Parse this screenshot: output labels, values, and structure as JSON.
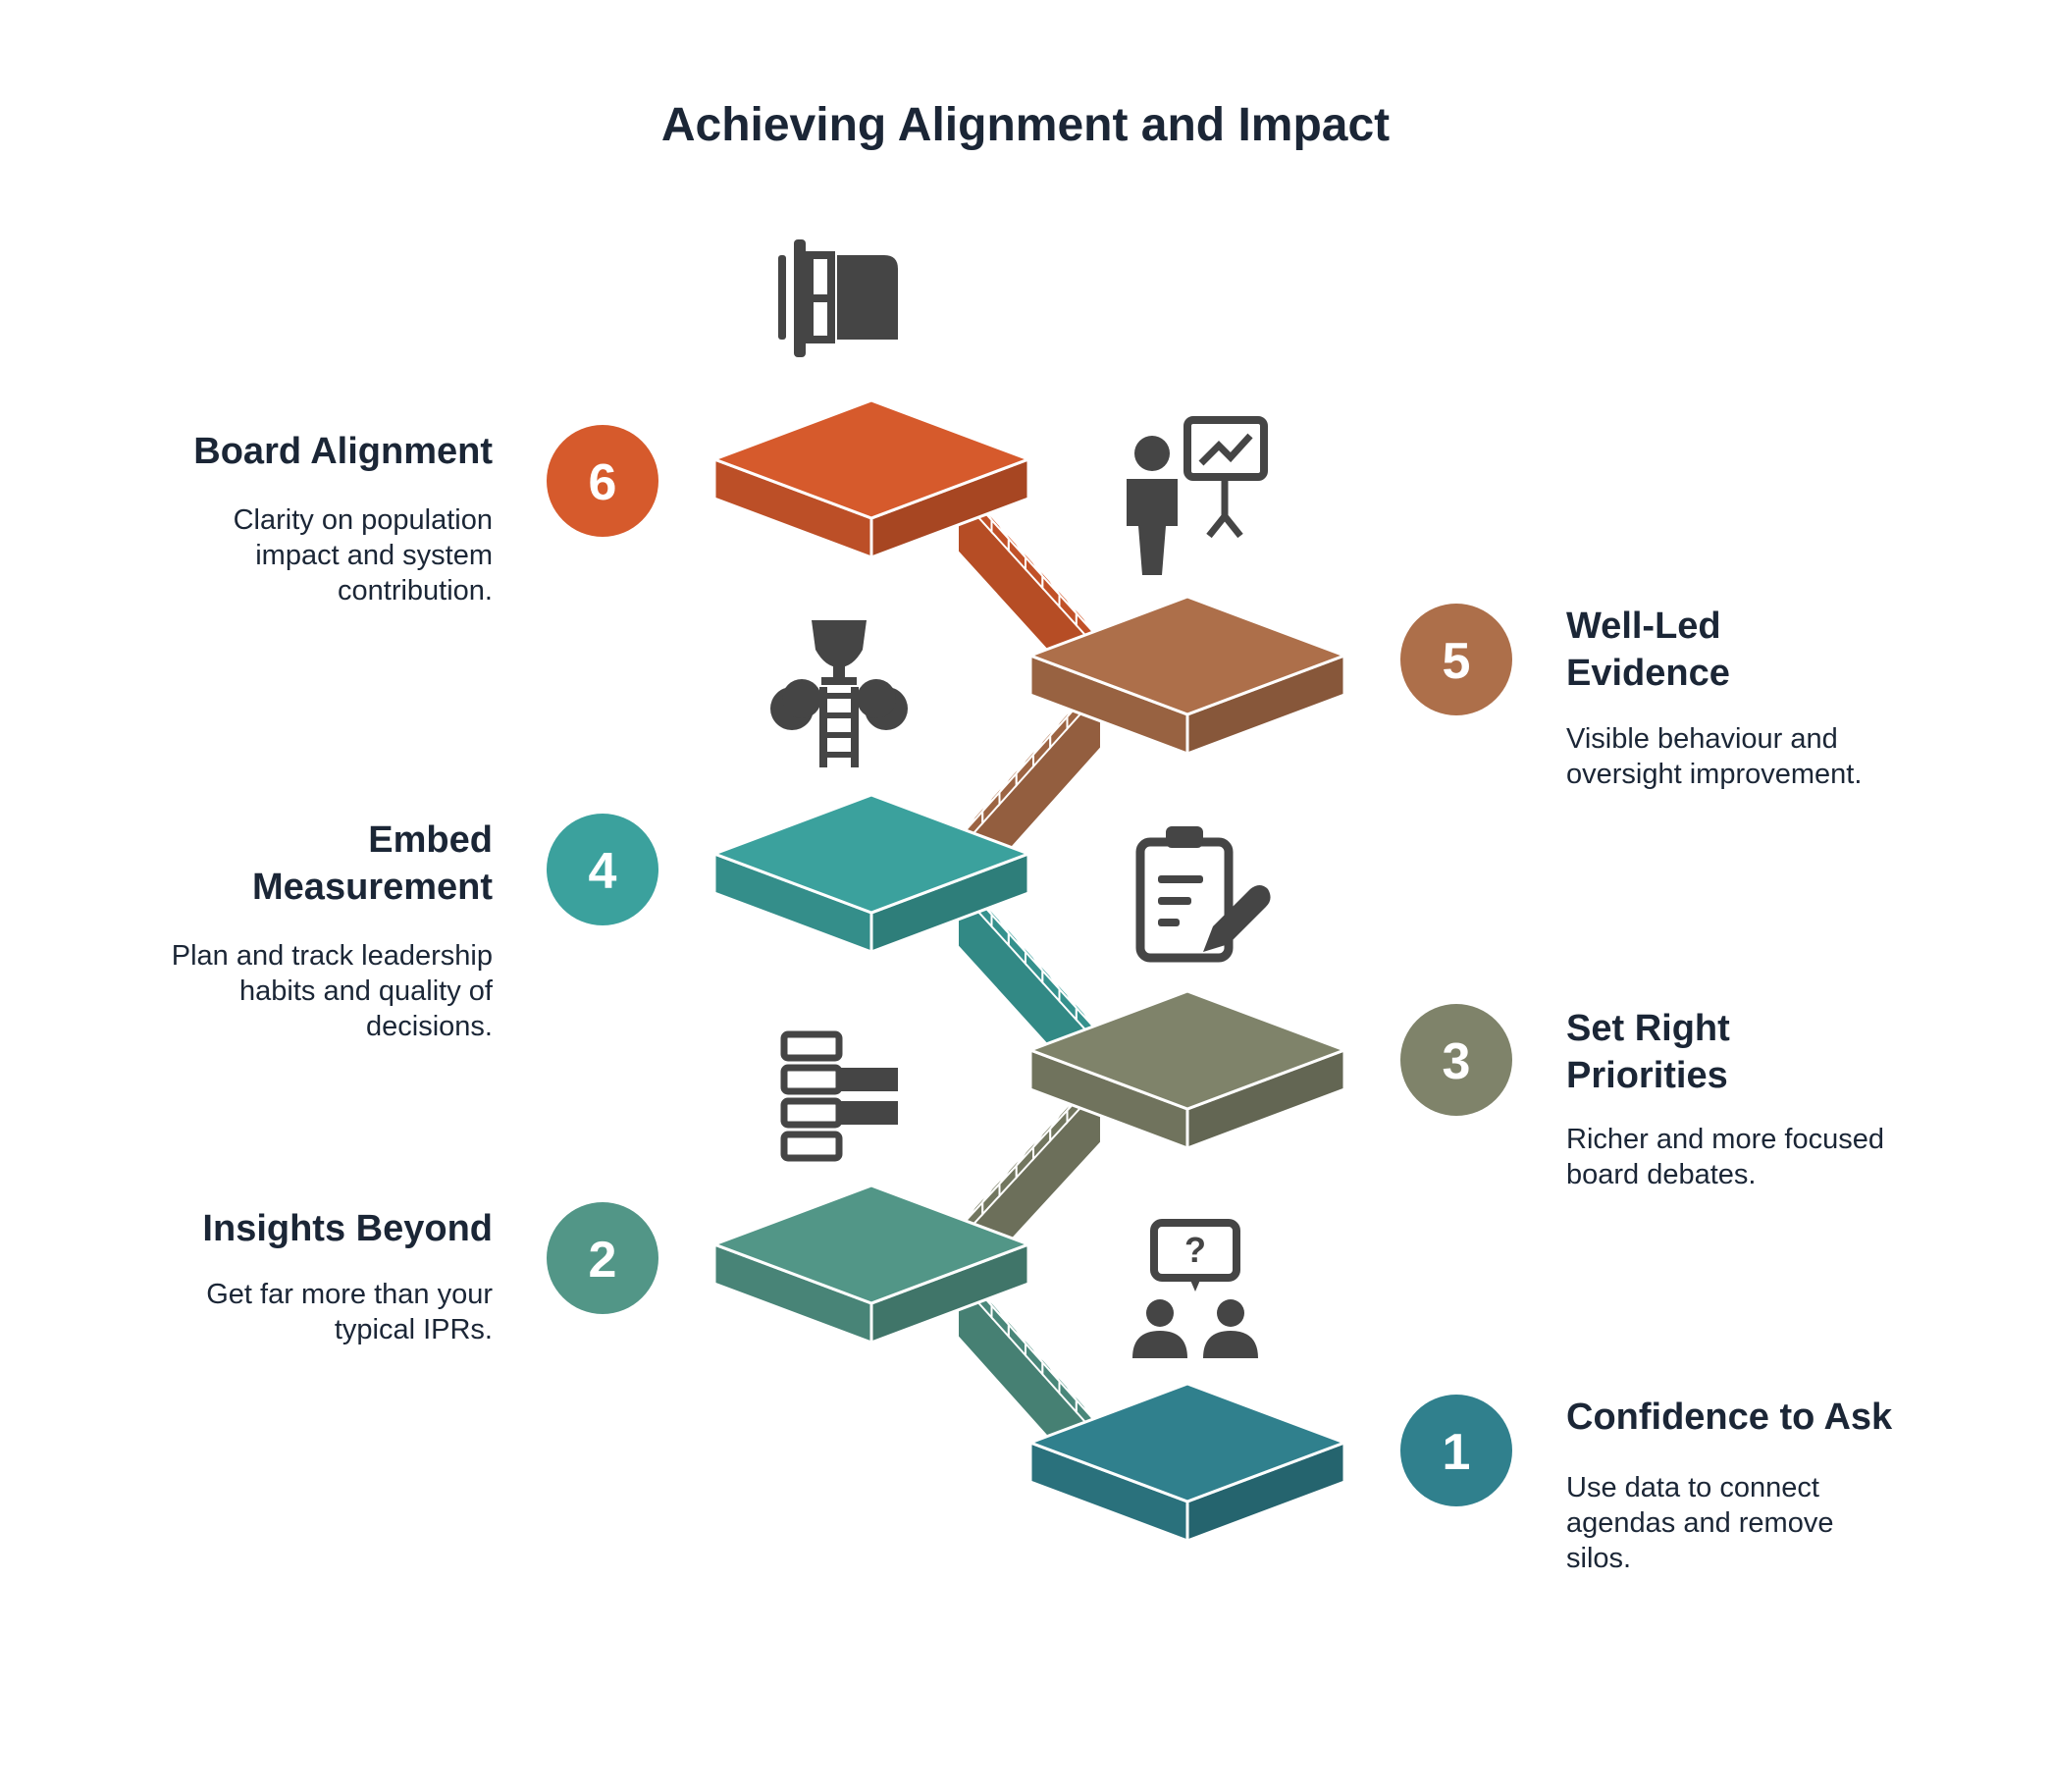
{
  "title": "Achieving Alignment and Impact",
  "steps": [
    {
      "number": "1",
      "title": "Confidence to Ask",
      "description": "Use data to connect agendas and remove silos.",
      "desc_lines": [
        "Use data to connect",
        "agendas and remove",
        "silos."
      ],
      "color": "#30808d",
      "icon": "questioning-people-icon"
    },
    {
      "number": "2",
      "title": "Insights Beyond",
      "description": "Get far more than your typical IPRs.",
      "desc_lines": [
        "Get far more than your",
        "typical IPRs."
      ],
      "color": "#529687",
      "icon": "stacked-bars-icon"
    },
    {
      "number": "3",
      "title": "Set Right Priorities",
      "title_lines": [
        "Set Right",
        "Priorities"
      ],
      "description": "Richer and more focused board debates.",
      "desc_lines": [
        "Richer and more focused",
        "board debates."
      ],
      "color": "#7f836a",
      "icon": "clipboard-pencil-icon"
    },
    {
      "number": "4",
      "title": "Embed Measurement",
      "title_lines": [
        "Embed",
        "Measurement"
      ],
      "description": "Plan and track leadership habits and quality of decisions.",
      "desc_lines": [
        "Plan and track leadership",
        "habits and quality of",
        "decisions."
      ],
      "color": "#3ba19d",
      "icon": "trophy-ladder-icon"
    },
    {
      "number": "5",
      "title": "Well-Led Evidence",
      "title_lines": [
        "Well-Led",
        "Evidence"
      ],
      "description": "Visible behaviour and oversight improvement.",
      "desc_lines": [
        "Visible behaviour and",
        "oversight improvement."
      ],
      "color": "#ad6f4a",
      "icon": "presenter-chart-icon"
    },
    {
      "number": "6",
      "title": "Board Alignment",
      "description": "Clarity on population impact and system contribution.",
      "desc_lines": [
        "Clarity on population",
        "impact and system",
        "contribution."
      ],
      "color": "#d65a2c",
      "icon": "door-panel-icon"
    }
  ]
}
